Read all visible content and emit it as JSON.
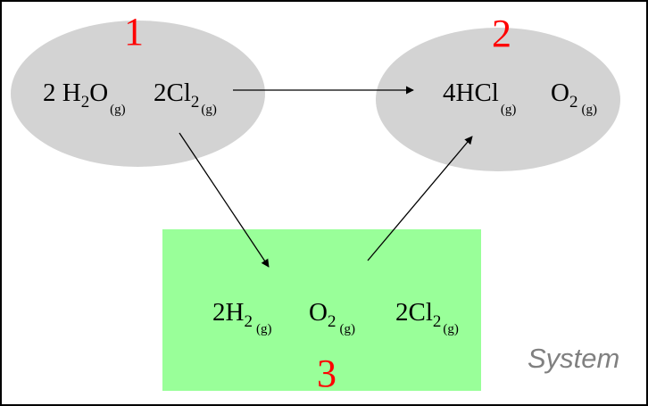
{
  "states": {
    "s1": {
      "number": "1",
      "species": [
        {
          "coef": "2 ",
          "base1": "H",
          "sub1": "2",
          "base2": "O",
          "sub2": "",
          "phase": "(g)"
        },
        {
          "coef": "2",
          "base1": "Cl",
          "sub1": "2",
          "base2": "",
          "sub2": "",
          "phase": "(g)"
        }
      ]
    },
    "s2": {
      "number": "2",
      "species": [
        {
          "coef": "4",
          "base1": "HCl",
          "sub1": "",
          "phase": "(g)"
        },
        {
          "coef": "",
          "base1": "O",
          "sub1": "2",
          "phase": "(g)"
        }
      ]
    },
    "s3": {
      "number": "3",
      "species": [
        {
          "coef": "2",
          "base1": "H",
          "sub1": "2",
          "phase": "(g)"
        },
        {
          "coef": "",
          "base1": "O",
          "sub1": "2",
          "phase": "(g)"
        },
        {
          "coef": "2",
          "base1": "Cl",
          "sub1": "2",
          "phase": "(g)"
        }
      ]
    }
  },
  "system_label": "System",
  "colors": {
    "ellipse": "#d3d3d3",
    "box": "#99ff99",
    "state_number": "#ff0000",
    "system_label": "#808080",
    "arrow": "#000000"
  }
}
